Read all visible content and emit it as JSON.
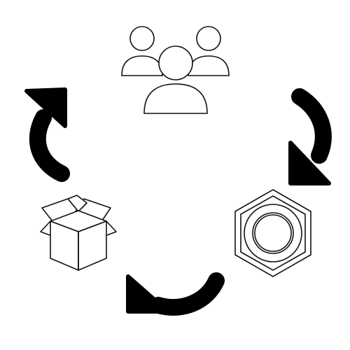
{
  "diagram": {
    "type": "cycle",
    "nodes": [
      {
        "id": "people",
        "icon": "people-group-icon"
      },
      {
        "id": "part",
        "icon": "hex-nut-icon"
      },
      {
        "id": "package",
        "icon": "open-box-icon"
      }
    ],
    "arrows": [
      {
        "from": "people",
        "to": "part",
        "icon": "curved-arrow-clockwise-icon"
      },
      {
        "from": "part",
        "to": "package",
        "icon": "curved-arrow-clockwise-icon"
      },
      {
        "from": "package",
        "to": "people",
        "icon": "curved-arrow-clockwise-icon"
      }
    ],
    "colors": {
      "stroke": "#111111",
      "fill": "#ffffff",
      "arrow": "#000000",
      "background": "#ffffff"
    }
  }
}
